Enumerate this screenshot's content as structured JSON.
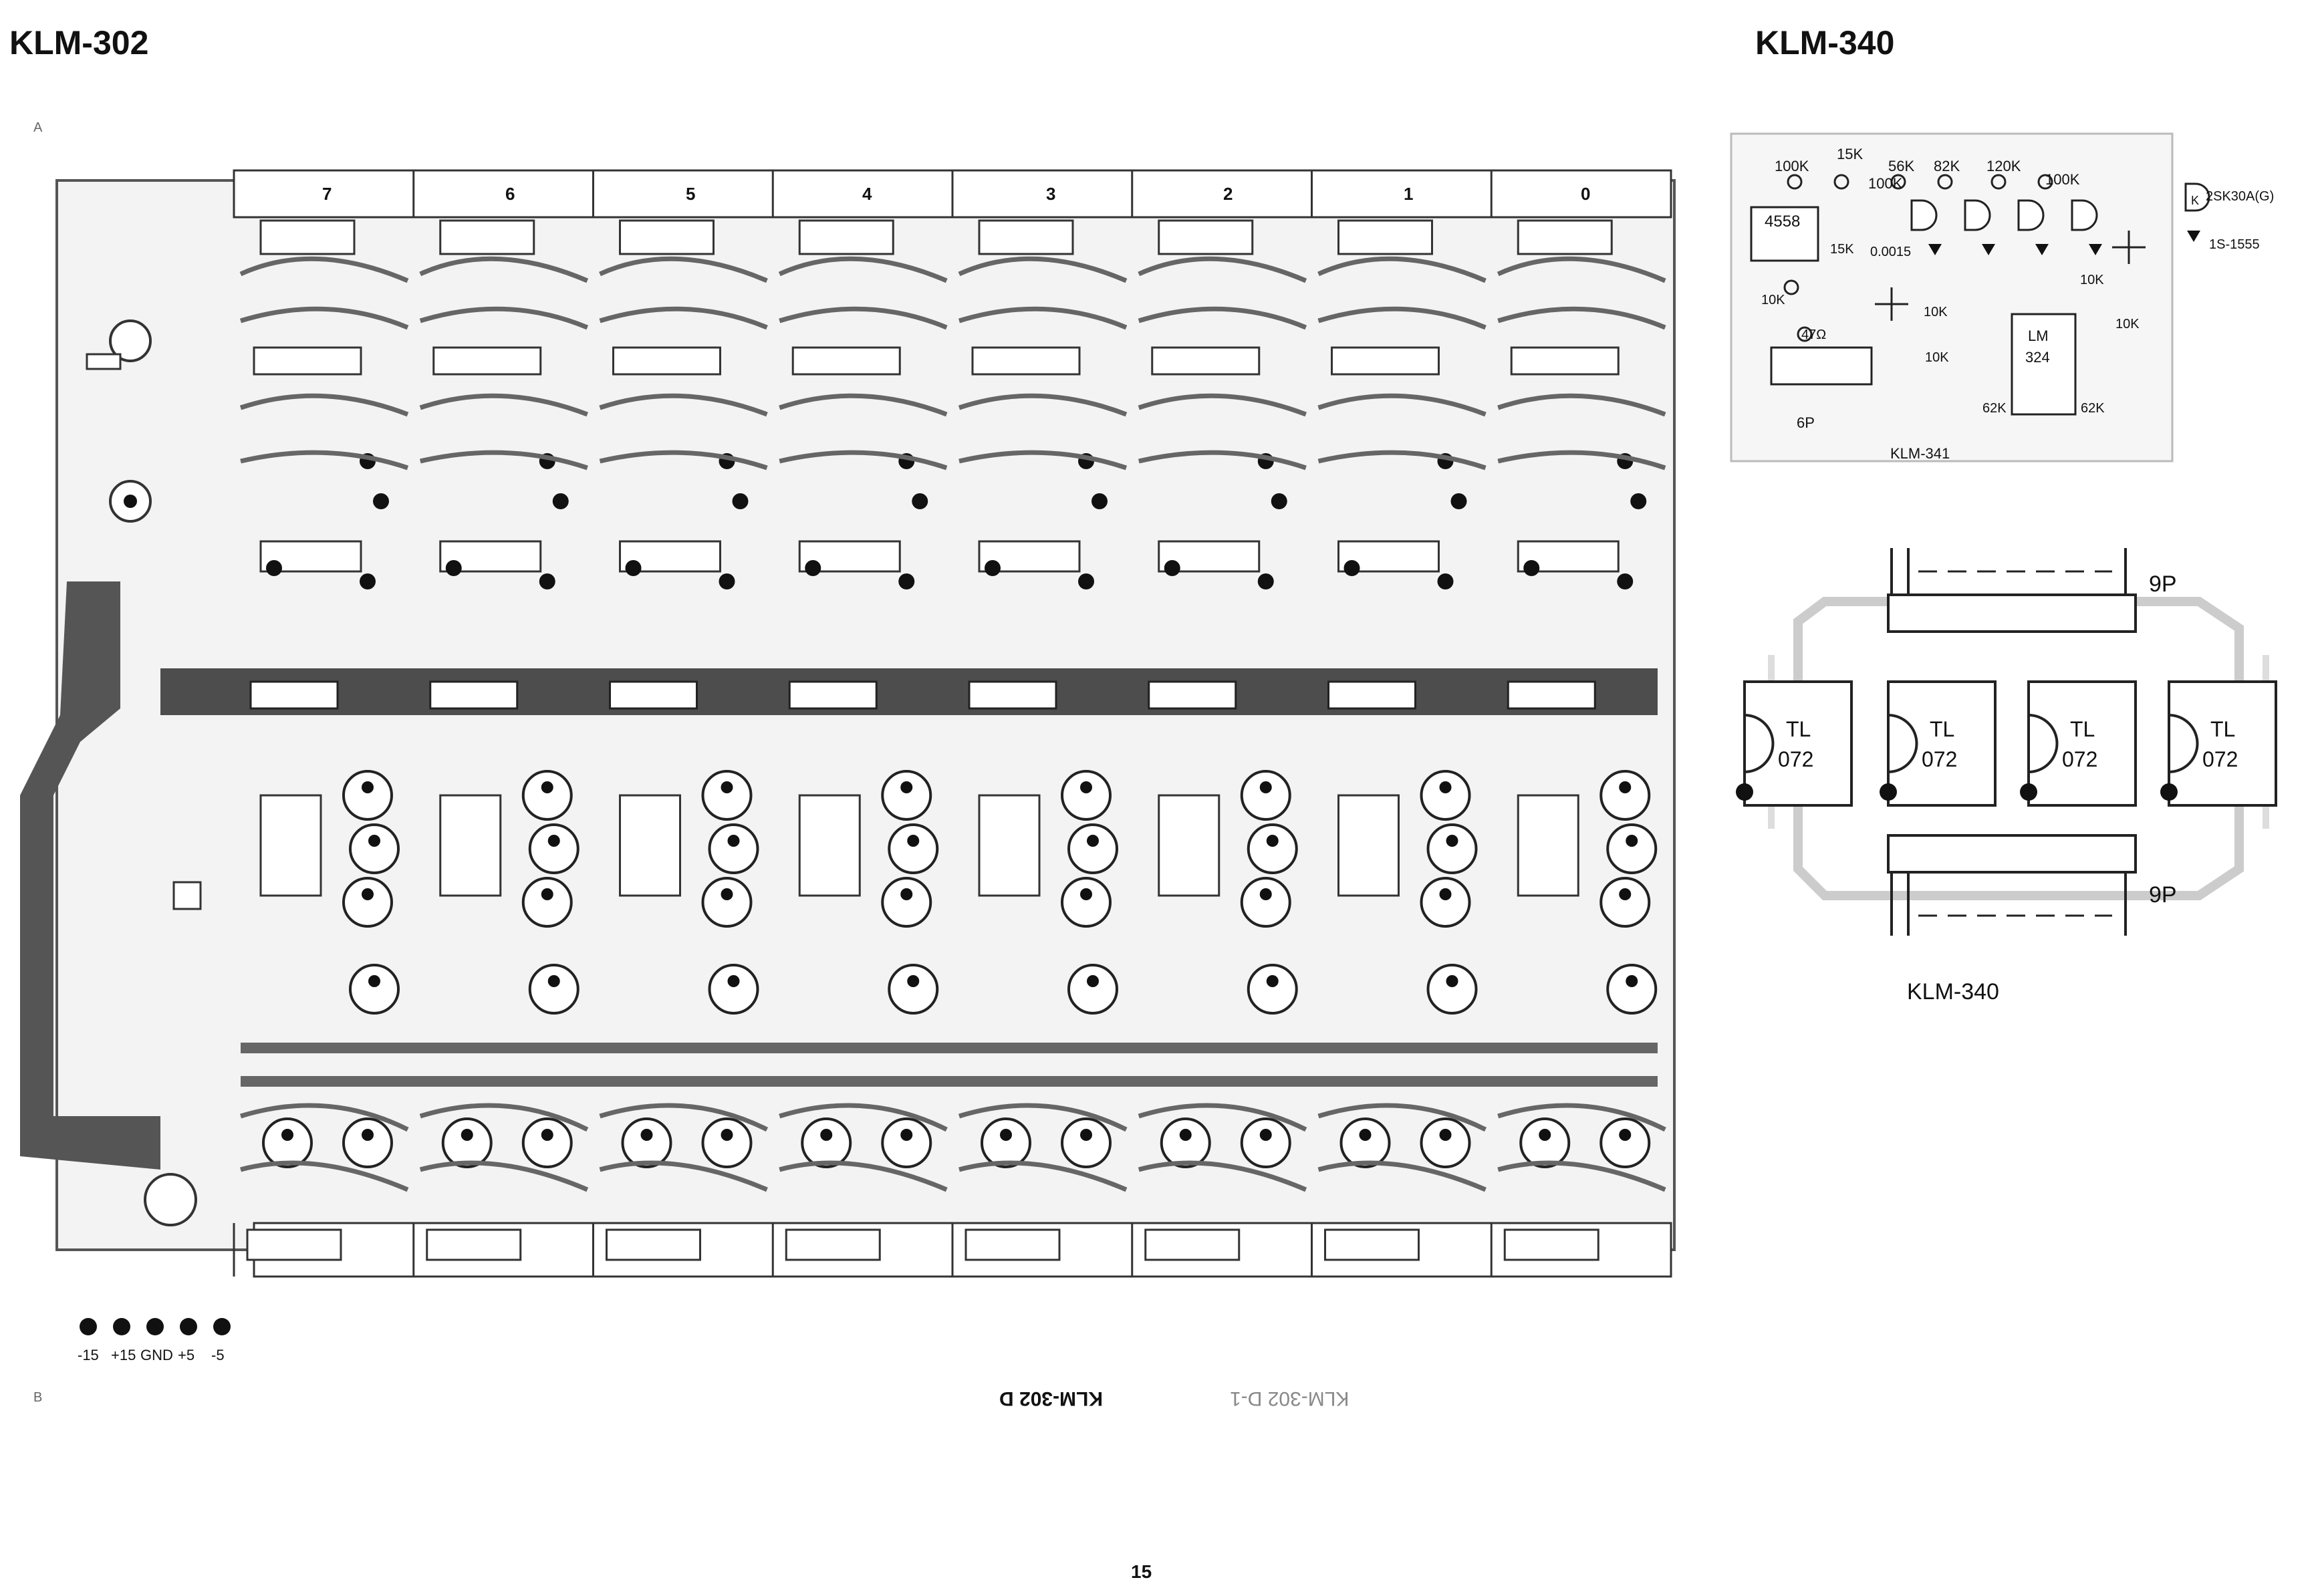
{
  "titles": {
    "left": "KLM-302",
    "right": "KLM-340"
  },
  "board_left": {
    "column_numbers": [
      "7",
      "6",
      "5",
      "4",
      "3",
      "2",
      "1",
      "0"
    ],
    "power_pins": [
      "-15",
      "+15",
      "GND",
      "+5",
      "-5"
    ],
    "footer_labels": [
      "KLM-302 D",
      "KLM-302 D-1"
    ],
    "side_marks": [
      "A",
      "B"
    ]
  },
  "board_341": {
    "label": "KLM-341",
    "values_top": [
      "100K",
      "15K",
      "100K",
      "56K",
      "82K",
      "120K",
      "100K"
    ],
    "ic1": "4558",
    "ic2_line1": "LM",
    "ic2_line2": "324",
    "values_misc": [
      "15K",
      "0.0015",
      "10K",
      "47Ω",
      "10K",
      "10K",
      "10K",
      "10K",
      "62K",
      "62K"
    ],
    "connector": "6P",
    "legend_transistor": "2SK30A(G)",
    "legend_transistor_mark": "K",
    "legend_diode": "1S-1555"
  },
  "board_340": {
    "label": "KLM-340",
    "connector_top": "9P",
    "connector_bottom": "9P",
    "ic_line1": "TL",
    "ic_line2": "072",
    "ic_count": 4
  },
  "page_number": "15"
}
